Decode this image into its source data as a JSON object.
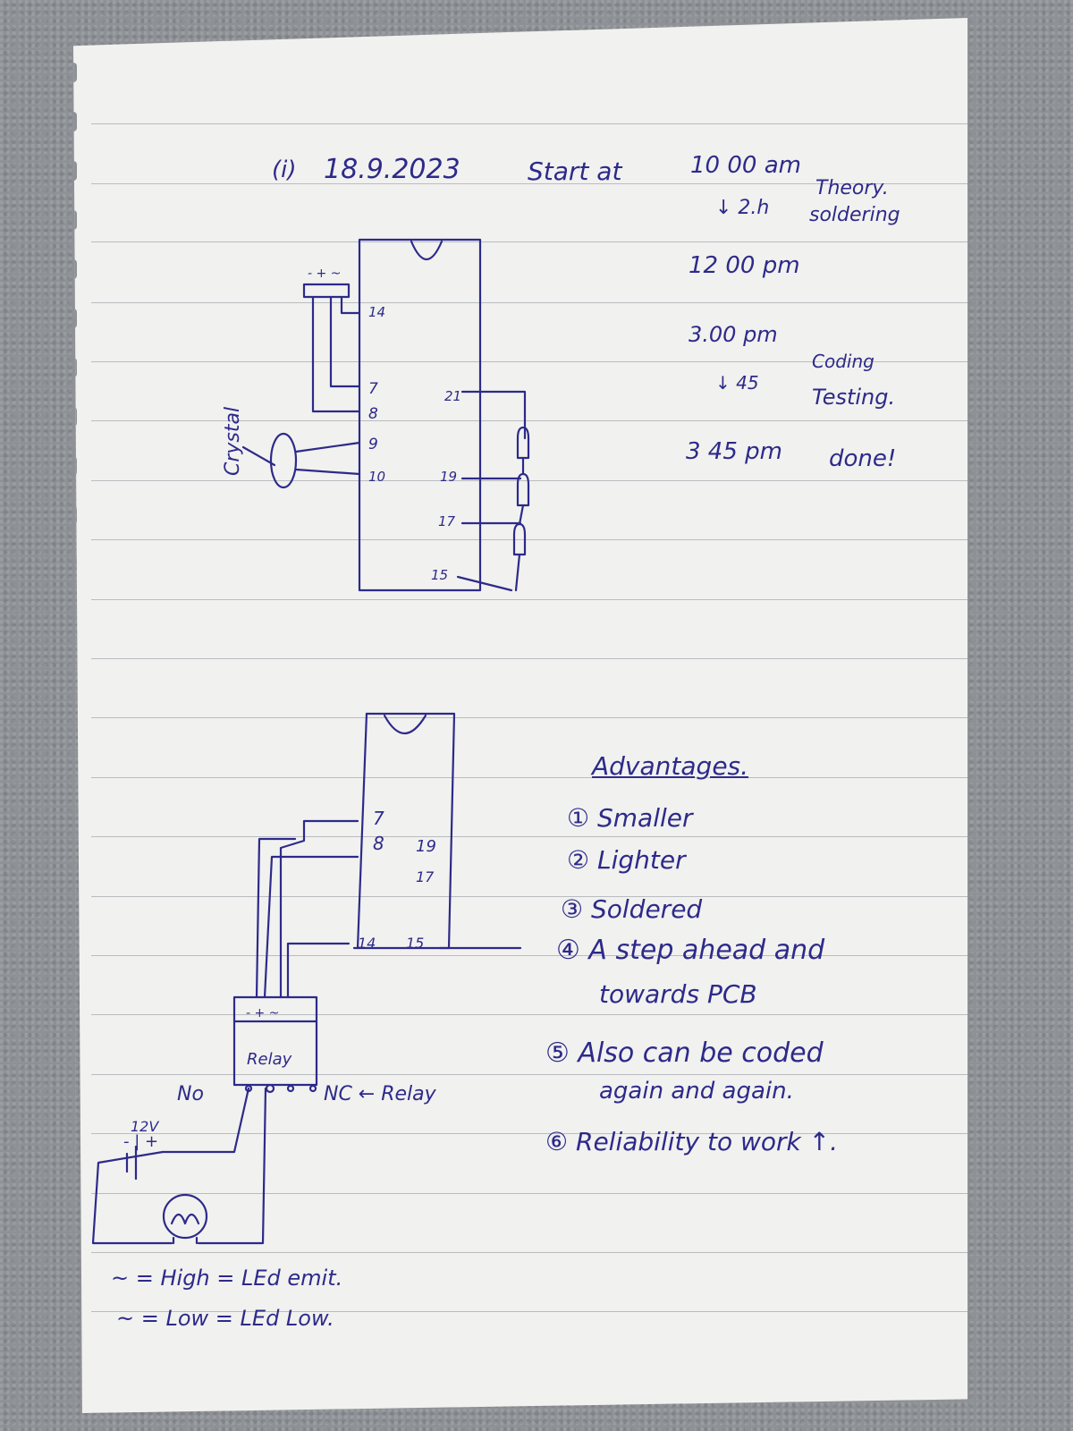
{
  "header": {
    "index": "(i)",
    "date": "18.9.2023",
    "start_text": "Start at"
  },
  "timeline": {
    "t1": "10 00 am",
    "note1_a": "Theory.",
    "duration1": "↓ 2.h",
    "note1_b": "soldering",
    "t2": "12 00 pm",
    "t3": "3.00 pm",
    "note2_a": "Coding",
    "duration2": "↓ 45",
    "note2_b": "Testing.",
    "t4": "3 45 pm",
    "note4": "done!"
  },
  "diagram1": {
    "crystal_label": "Crystal",
    "pins": {
      "p14": "14",
      "p7": "7",
      "p8": "8",
      "p9": "9",
      "p10": "10",
      "p21": "21",
      "p19": "19",
      "p17": "17",
      "p15": "15"
    },
    "sensor_pins": "- + ~"
  },
  "diagram2": {
    "pins": {
      "p7": "7",
      "p8": "8",
      "p19": "19",
      "p17": "17",
      "p14": "14",
      "p15": "15"
    },
    "relay_label": "Relay",
    "relay_pins": "- + ~",
    "no_label": "No",
    "nc_label": "NC ← Relay",
    "battery_label": "12V",
    "battery_pol": "- | +"
  },
  "advantages": {
    "title": "Advantages.",
    "items": [
      "① Smaller",
      "② Lighter",
      "③ Soldered",
      "④ A step ahead and",
      "towards PCB",
      "⑤ Also can be coded",
      "again and again.",
      "⑥ Reliability to work ↑."
    ]
  },
  "legend": {
    "line1": "~ = High = LEd emit.",
    "line2": "~ = Low = LEd Low."
  }
}
